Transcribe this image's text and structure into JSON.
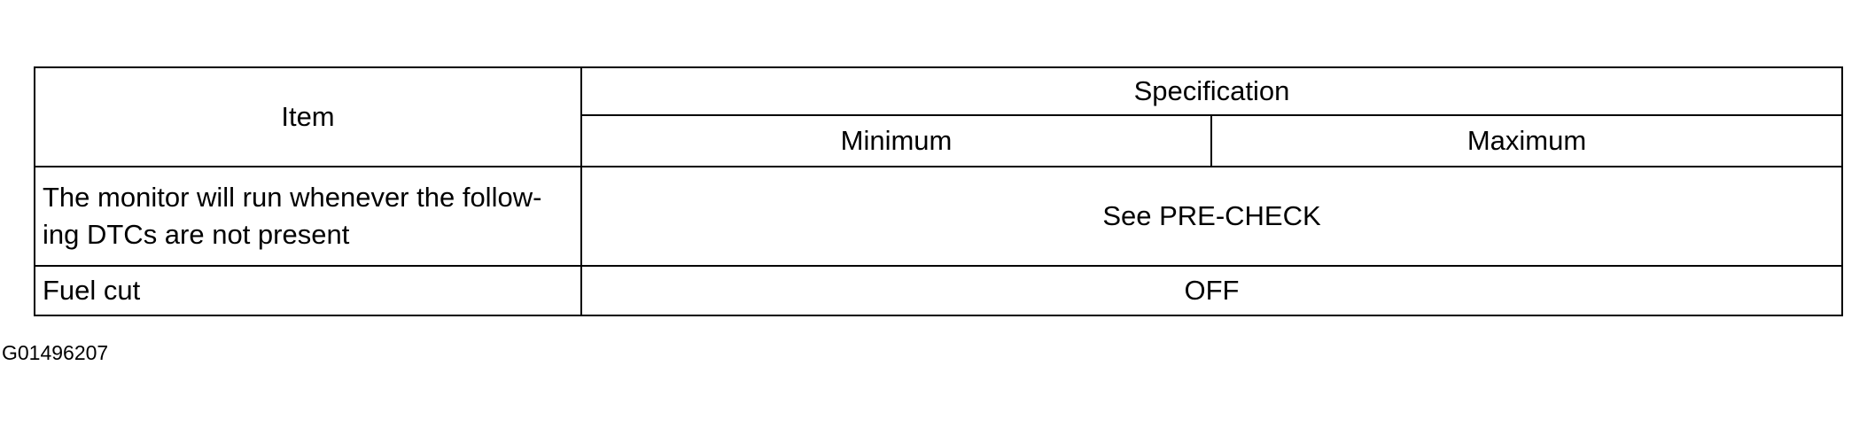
{
  "table": {
    "header": {
      "item": "Item",
      "specification": "Specification",
      "minimum": "Minimum",
      "maximum": "Maximum"
    },
    "rows": [
      {
        "item_line1": "The monitor will run whenever the follow-",
        "item_line2": "ing DTCs are not present",
        "value": "See PRE-CHECK"
      },
      {
        "item": "Fuel cut",
        "value": "OFF"
      }
    ]
  },
  "footer": {
    "figure_code": "G01496207"
  }
}
